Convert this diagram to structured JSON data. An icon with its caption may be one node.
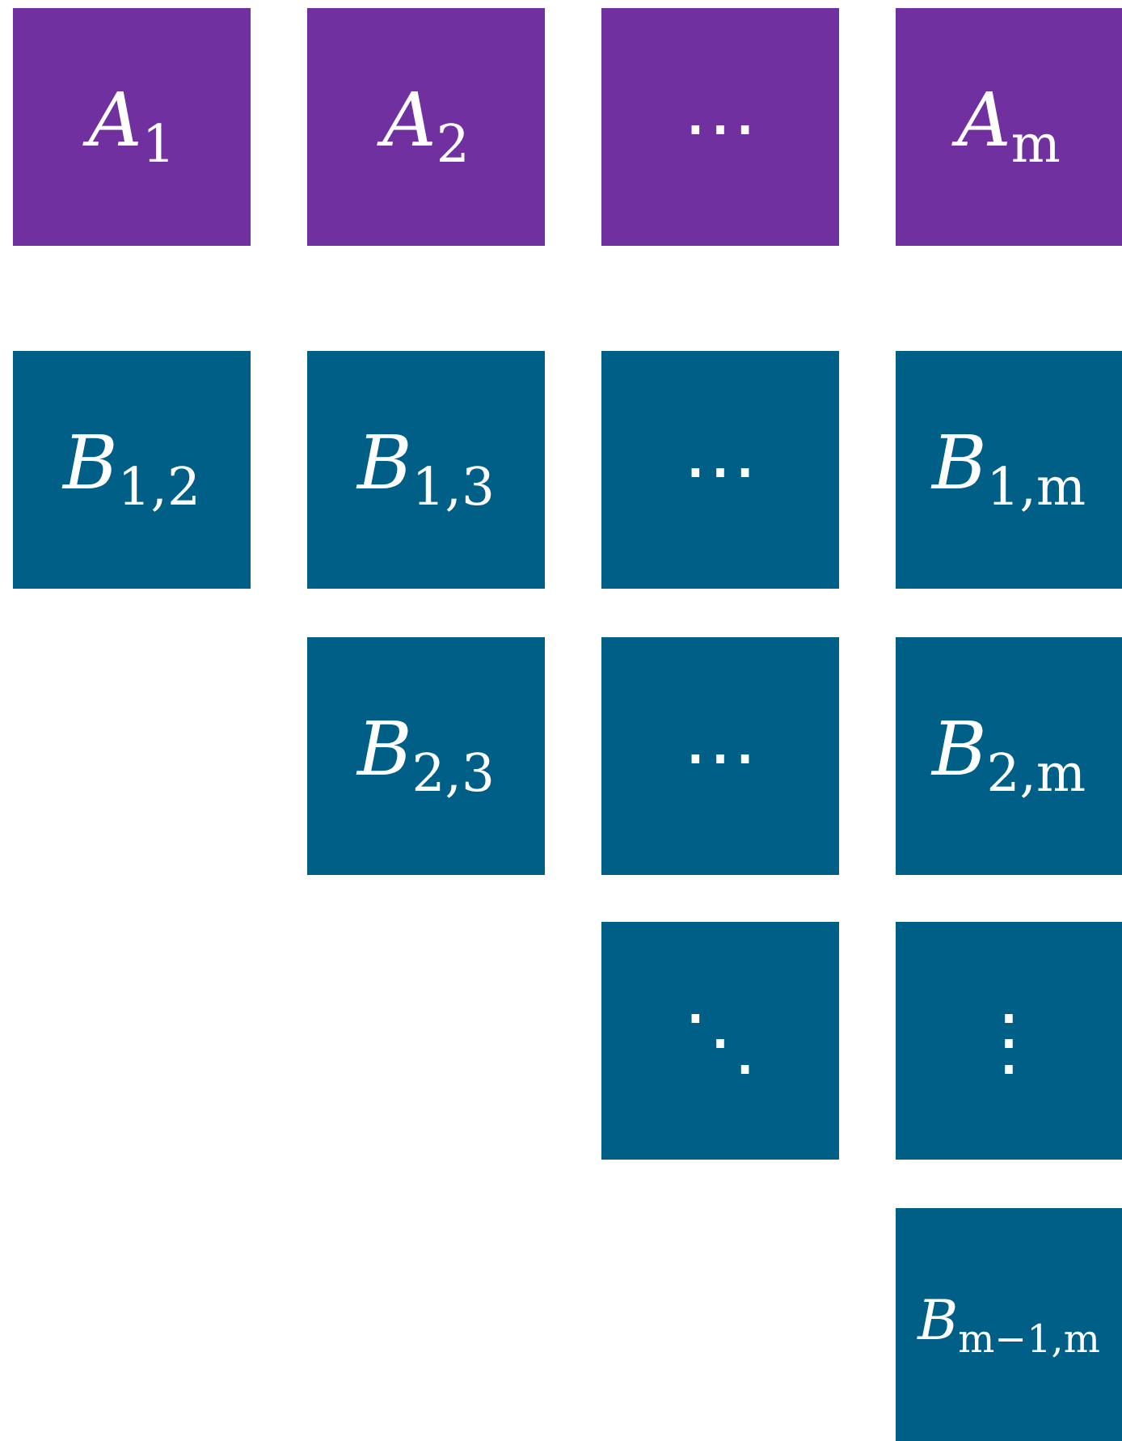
{
  "diagram": {
    "nodes": [
      {
        "text": [
          "*A*$_{1}$"
        ]
      },
      {
        "text": [
          "*A*$_{2}$"
        ]
      },
      {
        "text": [
          "⋯"
        ]
      },
      {
        "text": [
          "*A*$_{m}$"
        ]
      },
      {
        "text": [
          "*B*$_{1,2}$"
        ]
      },
      {
        "text": [
          "*B*$_{1,3}$"
        ]
      },
      {
        "text": [
          "⋯"
        ]
      },
      {
        "text": [
          "*B*$_{1,m}$"
        ]
      },
      {
        "text": [
          "*B*$_{2,3}$"
        ]
      },
      {
        "text": [
          "⋯"
        ]
      },
      {
        "text": [
          "*B*$_{2,m}$"
        ]
      },
      {
        "text": [
          "⋱"
        ]
      },
      {
        "text": [
          "⋮"
        ]
      },
      {
        "text": [
          "*B*$_{m−1,m}$"
        ]
      }
    ]
  }
}
